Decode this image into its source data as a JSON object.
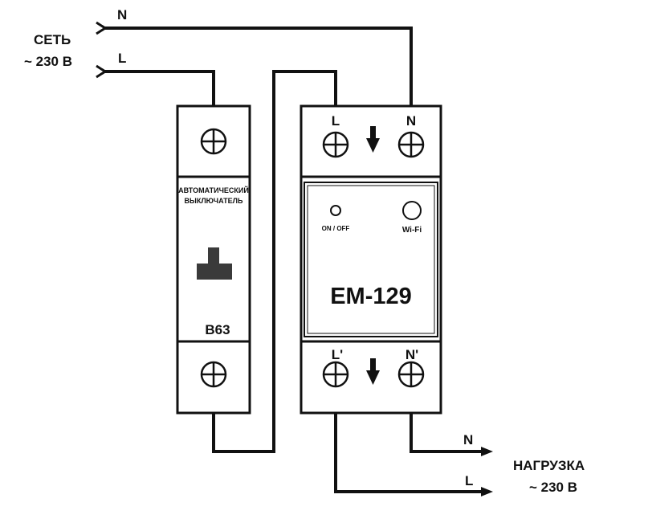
{
  "mains": {
    "title": "СЕТЬ",
    "voltage": "~ 230 В",
    "neutral": "N",
    "line": "L"
  },
  "load": {
    "title": "НАГРУЗКА",
    "voltage": "~ 230 В",
    "neutral": "N",
    "line": "L"
  },
  "breaker": {
    "label_line1": "АВТОМАТИЧЕСКИЙ",
    "label_line2": "ВЫКЛЮЧАТЕЛЬ",
    "rating": "B63"
  },
  "meter": {
    "model": "EM-129",
    "terminal_in_l": "L",
    "terminal_in_n": "N",
    "terminal_out_l": "L'",
    "terminal_out_n": "N'",
    "button_label": "ON / OFF",
    "wifi_label": "Wi-Fi"
  },
  "colors": {
    "ink": "#111111",
    "lever": "#3a3a3a"
  }
}
